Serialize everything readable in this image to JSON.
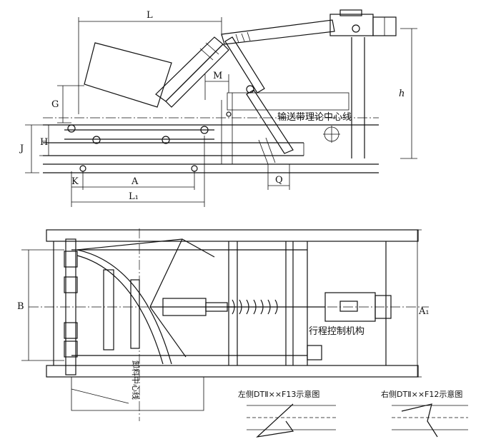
{
  "labels": {
    "L": "L",
    "L1": "L₁",
    "A": "A",
    "K": "K",
    "M": "M",
    "Q": "Q",
    "G": "G",
    "H": "H",
    "J": "J",
    "h": "h",
    "B": "B",
    "A1": "A₁"
  },
  "annotations": {
    "conveyor_centerline": "输送带理论中心线",
    "travel_control": "行程控制机构",
    "unload_centerline": "卸料中心线",
    "left_caption": "左侧DTⅡ××F13示意图",
    "right_caption": "右侧DTⅡ××F12示意图"
  }
}
